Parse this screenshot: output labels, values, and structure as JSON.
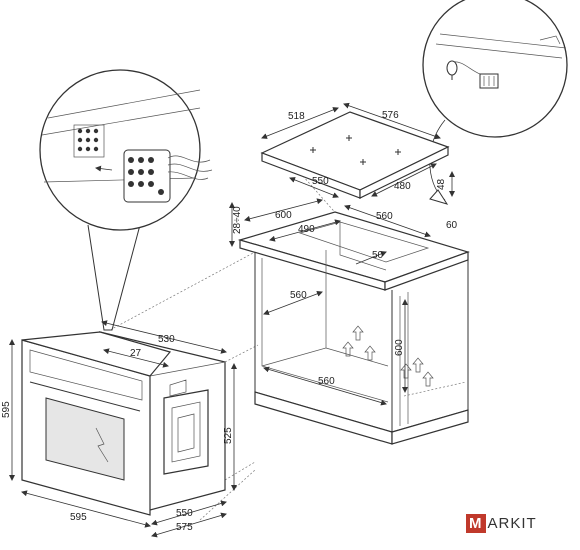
{
  "brand": {
    "logo_letter": "M",
    "logo_rest": "ARKIT",
    "text": "MARKIT"
  },
  "hob_dimensions": {
    "width": "576",
    "depth": "518",
    "cutout_width": "550",
    "cutout_depth": "480",
    "height": "48"
  },
  "cabinet_top_dimensions": {
    "width": "600",
    "clearance": "28÷40",
    "cutout_depth": "490",
    "cutout_width": "560",
    "back_gap": "60",
    "min_gap": "50"
  },
  "cabinet_dimensions": {
    "depth": "560",
    "height": "600",
    "width": "560"
  },
  "oven_dimensions": {
    "depth": "530",
    "panel_depth": "27",
    "height": "595",
    "body_height": "525",
    "width": "595",
    "body_depth": "550",
    "body_width": "575"
  }
}
